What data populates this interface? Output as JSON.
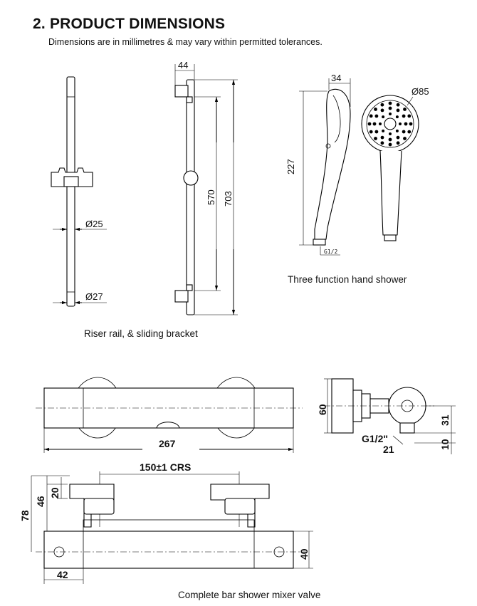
{
  "header": {
    "title": "2. PRODUCT DIMENSIONS",
    "subtitle": "Dimensions are in millimetres & may vary within permitted tolerances."
  },
  "captions": {
    "riser_rail": "Riser rail, & sliding bracket",
    "hand_shower": "Three function hand shower",
    "mixer_valve": "Complete bar shower mixer valve"
  },
  "dimensions": {
    "rail_diameter_small": "Ø25",
    "rail_diameter_large": "Ø27",
    "rail_bracket_depth": "44",
    "rail_centres": "570",
    "rail_length": "703",
    "head_thickness": "34",
    "head_diameter": "Ø85",
    "handset_length": "227",
    "handset_thread": "G1/2",
    "valve_length": "267",
    "valve_body_diameter": "60",
    "outlet_thread": "G1/2\"",
    "outlet_diameter": "21",
    "outlet_height": "31",
    "outlet_projection": "10",
    "inlet_centres": "150±1 CRS",
    "inlet_20": "20",
    "inlet_46": "46",
    "inlet_78": "78",
    "end_diameter": "40",
    "end_42": "42"
  }
}
